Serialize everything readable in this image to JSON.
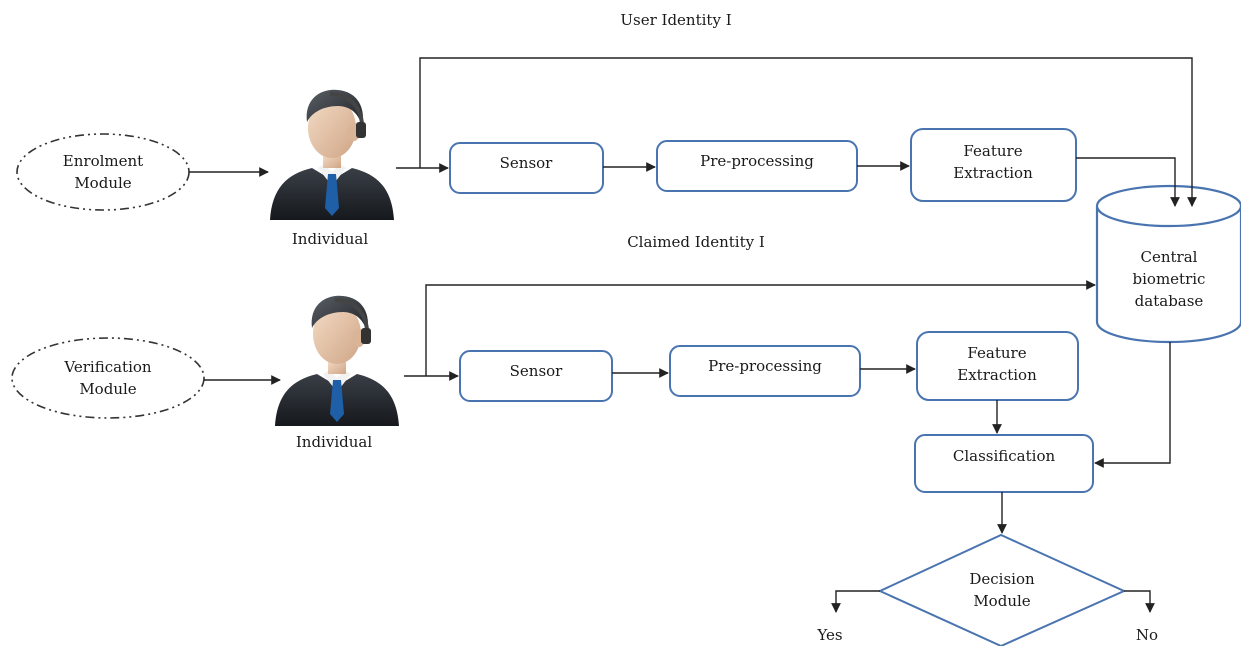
{
  "labels": {
    "user_identity": "User Identity I",
    "claimed_identity": "Claimed Identity I"
  },
  "enrolment": {
    "module_line1": "Enrolment",
    "module_line2": "Module",
    "individual": "Individual",
    "sensor": "Sensor",
    "preprocessing": "Pre-processing",
    "feature_line1": "Feature",
    "feature_line2": "Extraction"
  },
  "verification": {
    "module_line1": "Verification",
    "module_line2": "Module",
    "individual": "Individual",
    "sensor": "Sensor",
    "preprocessing": "Pre-processing",
    "feature_line1": "Feature",
    "feature_line2": "Extraction",
    "classification": "Classification"
  },
  "database": {
    "line1": "Central",
    "line2": "biometric",
    "line3": "database"
  },
  "decision": {
    "line1": "Decision",
    "line2": "Module",
    "yes": "Yes",
    "no": "No"
  },
  "icons": {
    "person": "businessman-icon"
  },
  "colors": {
    "box_border": "#4a74b0",
    "line": "#222222",
    "suit": "#2b2f36",
    "tie": "#1f5fa8"
  }
}
